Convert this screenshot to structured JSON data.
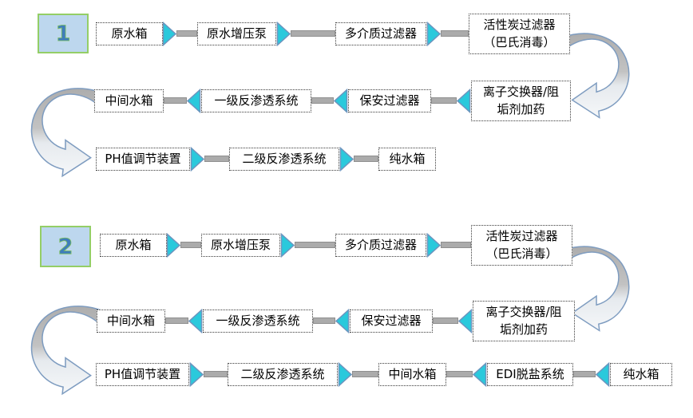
{
  "diagram_title": "water purification process flow diagram",
  "colors": {
    "triangle_fill": "#2AC9DC",
    "triangle_border": "#6C94BE",
    "bar_fill": "#ABABAB",
    "bar_border": "#8F8F8F",
    "box_border": "#3a3a3a",
    "number_box_fill": "#BDD7EE",
    "number_box_border": "#94CE66",
    "number_text": "#3F7DBC",
    "curve_stroke": "#7E9CC0",
    "curve_gray": "#B3B3B3",
    "curve_light": "#F5F7F9"
  },
  "flows": [
    {
      "number": "1",
      "row1": {
        "n1": "原水箱",
        "n2": "原水增压泵",
        "n3": "多介质过滤器",
        "n4a": "活性炭过滤器",
        "n4b": "（巴氏消毒）"
      },
      "row2": {
        "n1": "中间水箱",
        "n2": "一级反渗透系统",
        "n3": "保安过滤器",
        "n4a": "离子交换器/阻",
        "n4b": "垢剂加药"
      },
      "row3": {
        "n1": "PH值调节装置",
        "n2": "二级反渗透系统",
        "n3": "纯水箱"
      }
    },
    {
      "number": "2",
      "row1": {
        "n1": "原水箱",
        "n2": "原水增压泵",
        "n3": "多介质过滤器",
        "n4a": "活性炭过滤器",
        "n4b": "（巴氏消毒）"
      },
      "row2": {
        "n1": "中间水箱",
        "n2": "一级反渗透系统",
        "n3": "保安过滤器",
        "n4a": "离子交换器/阻",
        "n4b": "垢剂加药"
      },
      "row3": {
        "n1": "PH值调节装置",
        "n2": "二级反渗透系统",
        "n3": "中间水箱",
        "n4": "EDI脱盐系统",
        "n5": "纯水箱"
      }
    }
  ]
}
